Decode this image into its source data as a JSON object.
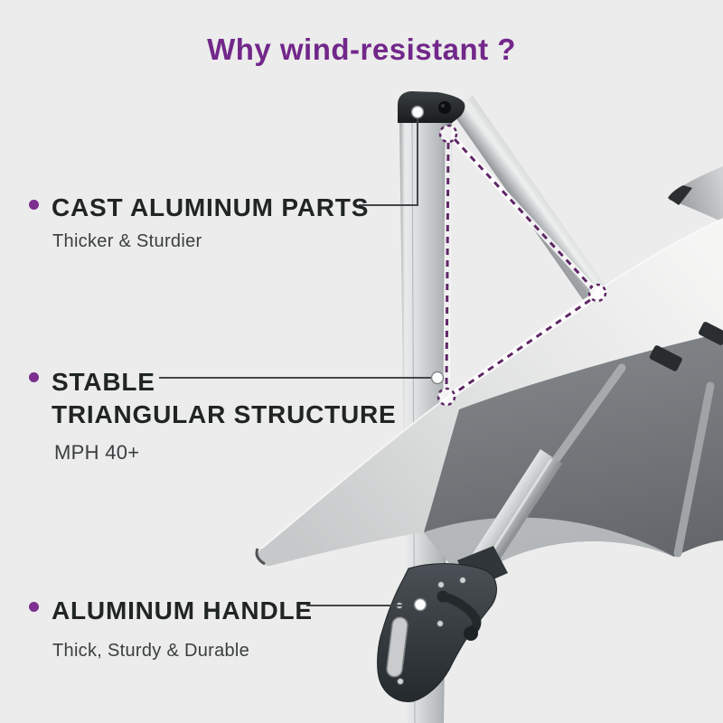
{
  "title": {
    "text": "Why wind-resistant ?"
  },
  "callouts": [
    {
      "id": "cast-aluminum-parts",
      "heading": "CAST ALUMINUM PARTS",
      "sub": "Thicker & Sturdier"
    },
    {
      "id": "stable-triangular-structure",
      "heading_line1": "STABLE",
      "heading_line2": "TRIANGULAR STRUCTURE",
      "sub": "MPH 40+"
    },
    {
      "id": "aluminum-handle",
      "heading": "ALUMINUM HANDLE",
      "sub": "Thick, Sturdy & Durable"
    }
  ],
  "colors": {
    "background": "#ebeceb",
    "title_purple": "#72278a",
    "bullet_purple": "#7c2f8f",
    "triangle_dash_purple": "#5f2766",
    "heading_text": "#212425",
    "sub_text": "#3b3e40",
    "leader_line": "#43474a",
    "pole_silver": "#c9cccd",
    "canopy_light": "#e2e3e3",
    "canopy_dark": "#6e7276",
    "handle_charcoal": "#363c40"
  }
}
